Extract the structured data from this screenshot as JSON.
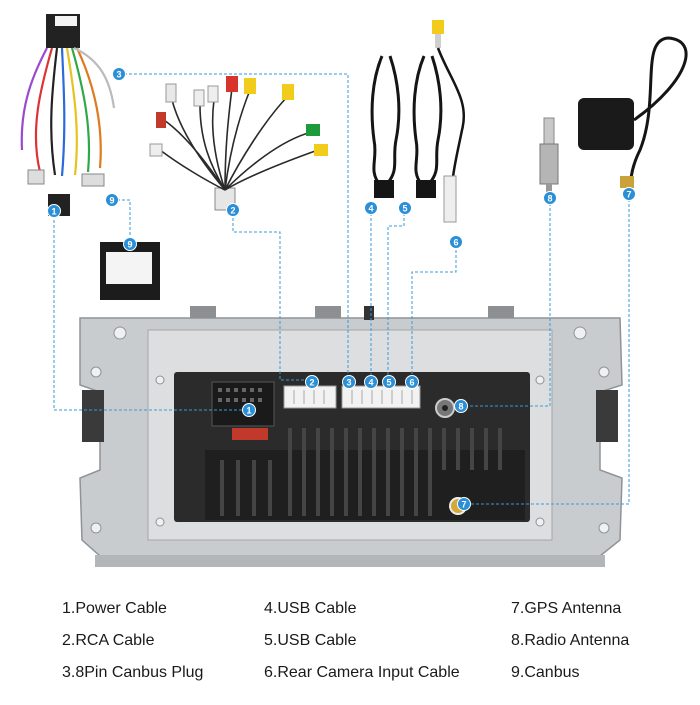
{
  "markers": {
    "m1": "1",
    "m2": "2",
    "m3": "3",
    "m4": "4",
    "m5": "5",
    "m6": "6",
    "m7": "7",
    "m8": "8",
    "m9": "9"
  },
  "legend": {
    "col1": [
      "1.Power Cable",
      "2.RCA Cable",
      "3.8Pin Canbus Plug"
    ],
    "col2": [
      "4.USB Cable",
      "5.USB Cable",
      "6.Rear Camera Input Cable"
    ],
    "col3": [
      "7.GPS Antenna",
      "8.Radio Antenna",
      "9.Canbus"
    ]
  },
  "colors": {
    "marker_fill": "#2a8fd6",
    "leader_line": "#3a9ad9",
    "panel_metal": "#c9cccf",
    "unit_body": "#2b2b2b",
    "cable_black": "#151515"
  },
  "icons": [
    "power-harness-icon",
    "rca-harness-icon",
    "usb-cable-icon",
    "rear-camera-cable-icon",
    "radio-antenna-adapter-icon",
    "gps-antenna-icon",
    "canbus-box-icon",
    "head-unit-icon"
  ]
}
